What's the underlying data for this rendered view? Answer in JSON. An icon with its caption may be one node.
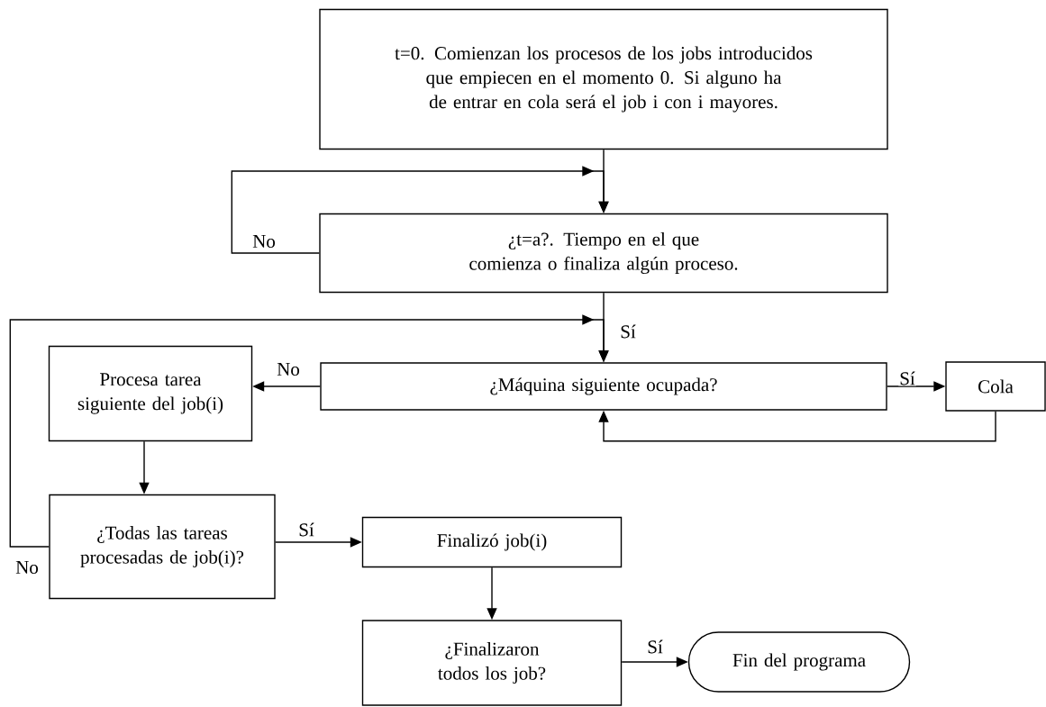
{
  "diagram": {
    "nodes": [
      {
        "text": [
          "t=0. Comienzan los procesos de los jobs introducidos que empiecen en el momento 0. Si alguno ha de entrar en cola será el job i con i mayores."
        ]
      },
      {
        "text": [
          "¿t=a?. Tiempo en el que comienza o finaliza algún proceso."
        ]
      },
      {
        "text": [
          "¿Máquina siguiente ocupada?"
        ]
      },
      {
        "text": [
          "Cola"
        ]
      },
      {
        "text": [
          "Procesa tarea siguiente del job(i)"
        ]
      },
      {
        "text": [
          "¿Todas las tareas procesadas de job(i)?"
        ]
      },
      {
        "text": [
          "Finalizó job(i)"
        ]
      },
      {
        "text": [
          "¿Finalizaron todos los job?"
        ]
      },
      {
        "text": [
          "Fin del programa"
        ]
      }
    ],
    "edges": [
      {
        "from": 0,
        "to": 1,
        "arrow": "to"
      },
      {
        "from": 1,
        "to": 1,
        "arrow": "to",
        "label": "No"
      },
      {
        "from": 1,
        "to": 2,
        "arrow": "to",
        "label": "Sí"
      },
      {
        "from": 2,
        "to": 4,
        "arrow": "to",
        "label": "No"
      },
      {
        "from": 2,
        "to": 3,
        "arrow": "to",
        "label": "Sí"
      },
      {
        "from": 3,
        "to": 2,
        "arrow": "to"
      },
      {
        "from": 4,
        "to": 5,
        "arrow": "to"
      },
      {
        "from": 5,
        "to": 2,
        "arrow": "to",
        "label": "No"
      },
      {
        "from": 5,
        "to": 6,
        "arrow": "to",
        "label": "Sí"
      },
      {
        "from": 6,
        "to": 7,
        "arrow": "to"
      },
      {
        "from": 7,
        "to": 8,
        "arrow": "to",
        "label": "Sí"
      }
    ]
  }
}
